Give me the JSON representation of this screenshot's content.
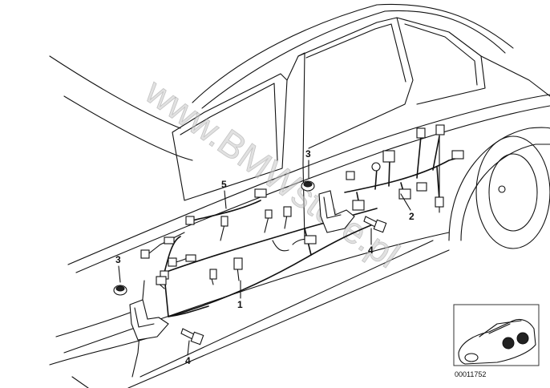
{
  "watermark": "www.BMWstore.pl",
  "callouts": [
    {
      "id": "callout-1-main-harness",
      "label": "1"
    },
    {
      "id": "callout-2-rear-harness",
      "label": "2"
    },
    {
      "id": "callout-3-grommet-front",
      "label": "3"
    },
    {
      "id": "callout-3-grommet-rear",
      "label": "3"
    },
    {
      "id": "callout-4-bolt-front",
      "label": "4"
    },
    {
      "id": "callout-4-bolt-rear",
      "label": "4"
    },
    {
      "id": "callout-5-cable-lead",
      "label": "5"
    }
  ],
  "diagram_id": "00011752"
}
